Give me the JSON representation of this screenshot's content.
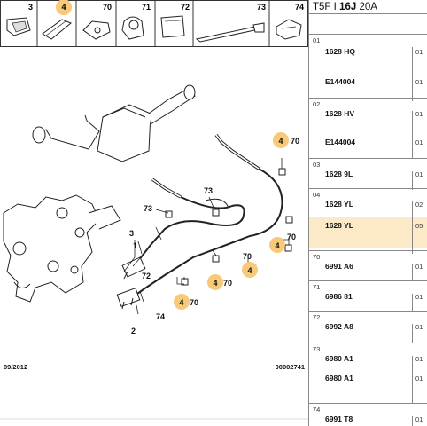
{
  "header_parts": [
    {
      "num": "3"
    },
    {
      "num": "4"
    },
    {
      "num": "70"
    },
    {
      "num": "71"
    },
    {
      "num": "72"
    },
    {
      "num": "73"
    },
    {
      "num": "74"
    }
  ],
  "callouts": {
    "c3": "3",
    "c1": "1",
    "c72": "72",
    "c2": "2",
    "c74": "74",
    "c73a": "73",
    "c73b": "73",
    "c4a": "4",
    "c70a": "70",
    "c4b": "4",
    "c70b": "70",
    "c4c": "4",
    "c70c": "70",
    "c4d": "4",
    "c70d": "70",
    "c4e": "4",
    "c70e": "70"
  },
  "footer": {
    "date": "09/2012",
    "ref": "00002741"
  },
  "title": {
    "prefix": "T5F I",
    "bold": "16J",
    "suffix": "20A"
  },
  "groups": [
    {
      "num": "01",
      "rows": [
        {
          "code": "1628 HQ",
          "qty": "01"
        },
        {
          "code": "E144004",
          "qty": "01"
        }
      ]
    },
    {
      "num": "02",
      "rows": [
        {
          "code": "1628 HV",
          "qty": "01"
        },
        {
          "code": "E144004",
          "qty": "01"
        }
      ]
    },
    {
      "num": "03",
      "rows": [
        {
          "code": "1628 9L",
          "qty": "01"
        }
      ]
    },
    {
      "num": "04",
      "rows": [
        {
          "code": "1628 YL",
          "qty": "02"
        },
        {
          "code": "1628 YL",
          "qty": "05"
        }
      ]
    },
    {
      "num": "70",
      "rows": [
        {
          "code": "6991 A6",
          "qty": "01"
        }
      ]
    },
    {
      "num": "71",
      "rows": [
        {
          "code": "6986 81",
          "qty": "01"
        }
      ]
    },
    {
      "num": "72",
      "rows": [
        {
          "code": "6992 A8",
          "qty": "01"
        }
      ]
    },
    {
      "num": "73",
      "rows": [
        {
          "code": "6980 A1",
          "qty": "01"
        },
        {
          "code": "6980 A1",
          "qty": "01"
        }
      ]
    },
    {
      "num": "74",
      "rows": [
        {
          "code": "6991 T8",
          "qty": "01"
        }
      ]
    }
  ],
  "colors": {
    "highlight": "#f7c978",
    "row_highlight": "#fbe9c8",
    "line": "#222222"
  }
}
